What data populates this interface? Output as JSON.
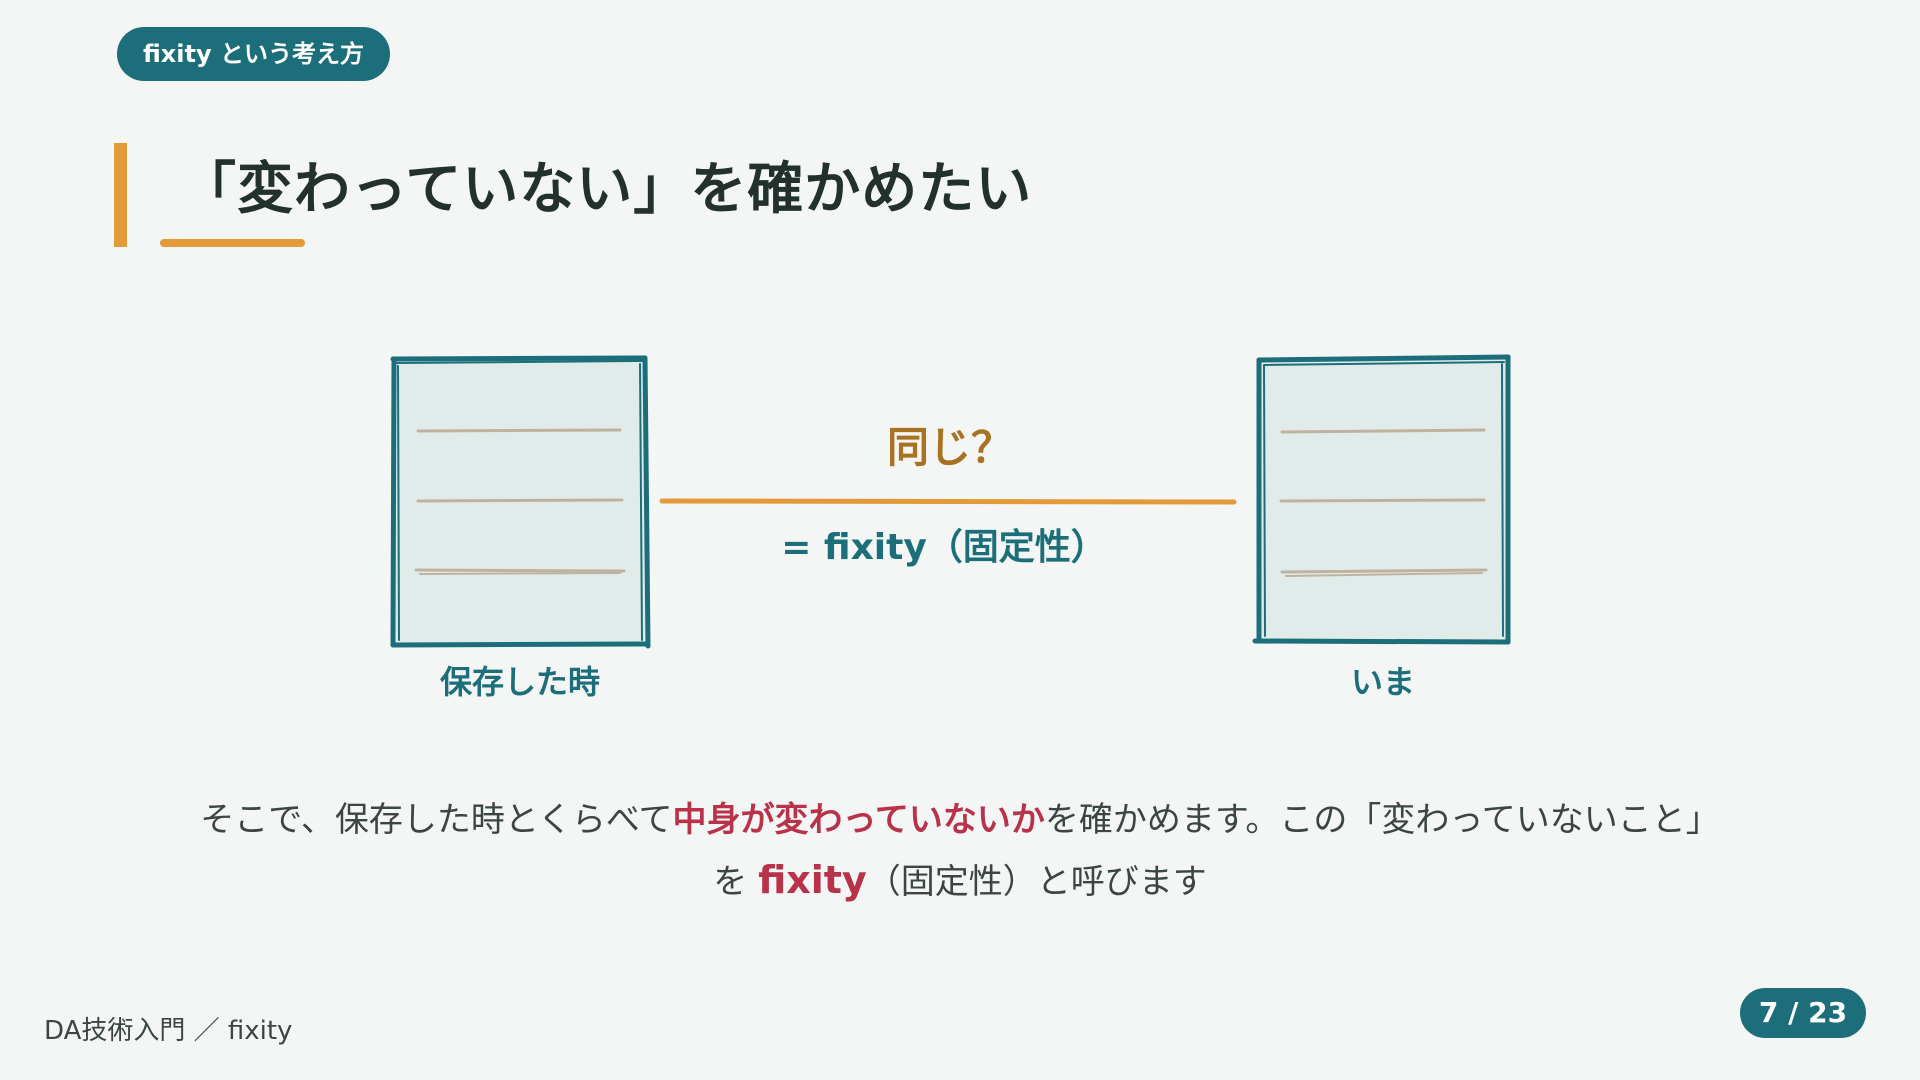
{
  "header": {
    "section_pill": "fixity という考え方",
    "title": "「変わっていない」を確かめたい"
  },
  "diagram": {
    "left_doc_label": "保存した時",
    "right_doc_label": "いま",
    "question": "同じ？",
    "equals_label": "= fixity（固定性）"
  },
  "body": {
    "line1_part1": "そこで、保存した時とくらべて",
    "line1_emphasis": "中身が変わっていないか",
    "line1_part2": "を確かめます。この「変わっていないこと」",
    "line2_part1": "を ",
    "line2_emphasis": "fixity",
    "line2_part2": "（固定性）と呼びます"
  },
  "footer": {
    "breadcrumb": "DA技術入門 ／ fixity",
    "page_counter": "7 / 23"
  },
  "colors": {
    "background": "#f4f6f5",
    "teal": "#1c6f7a",
    "orange": "#e39a3b",
    "emphasis_red": "#b8334a",
    "question_gold": "#a97222",
    "doc_fill": "#e1ecea",
    "doc_line": "#bfb3a0"
  }
}
